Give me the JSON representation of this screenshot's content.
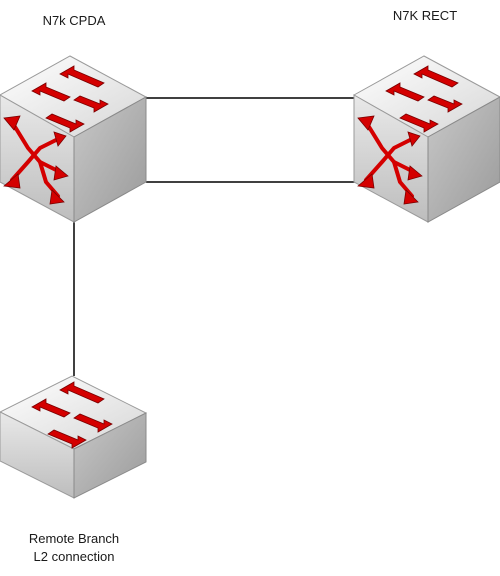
{
  "nodes": {
    "cpda": {
      "label": "N7k CPDA",
      "type": "layer3-switch-icon"
    },
    "rect": {
      "label": "N7K RECT",
      "type": "layer3-switch-icon"
    },
    "branch": {
      "label_line1": "Remote Branch",
      "label_line2": "L2 connection",
      "type": "layer2-switch-icon"
    }
  },
  "colors": {
    "arrow": "#d40000",
    "arrow_dark": "#8a0000",
    "box_light": "#f2f2f2",
    "box_mid": "#cfcfcf",
    "box_dark": "#a8a8a8",
    "link": "#000000"
  }
}
